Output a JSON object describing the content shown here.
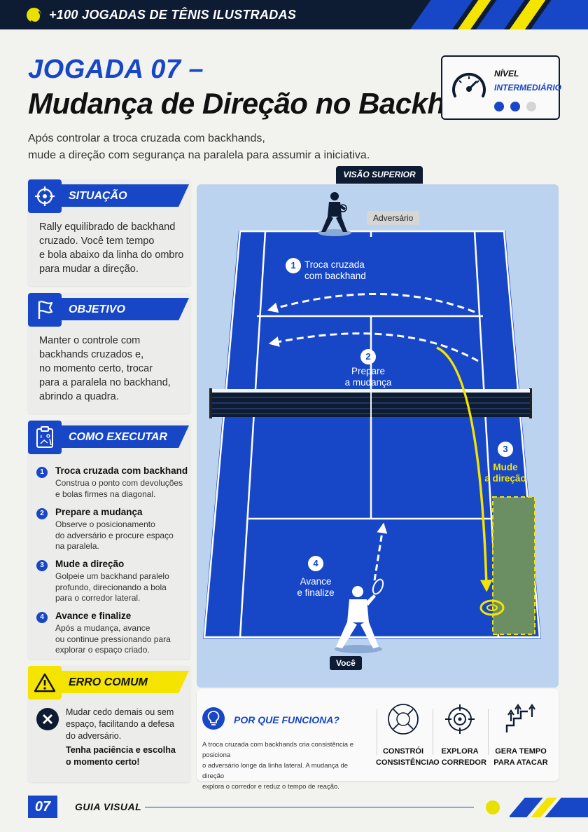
{
  "header": {
    "series_title": "+100 JOGADAS DE TÊNIS ILUSTRADAS"
  },
  "title": {
    "line1": "JOGADA 07 –",
    "line2": "Mudança de Direção no Backhand"
  },
  "subtitle": {
    "line1": "Após controlar a troca cruzada com backhands,",
    "line2": "mude a direção com segurança na paralela para assumir a iniciativa."
  },
  "level": {
    "label": "NÍVEL",
    "value": "INTERMEDIÁRIO",
    "filled": 2,
    "total": 3
  },
  "situacao": {
    "title": "SITUAÇÃO",
    "lines": [
      "Rally equilibrado de backhand",
      "cruzado. Você tem tempo",
      "e bola abaixo da linha do ombro",
      "para mudar a direção."
    ]
  },
  "objetivo": {
    "title": "OBJETIVO",
    "lines": [
      "Manter o controle com",
      "backhands cruzados e,",
      "no momento certo, trocar",
      "para a paralela no backhand,",
      "abrindo a quadra."
    ]
  },
  "como_executar": {
    "title": "COMO EXECUTAR",
    "steps": [
      {
        "num": "1",
        "title": "Troca cruzada com backhand",
        "lines": [
          "Construa o ponto com devoluções",
          "e bolas firmes na diagonal."
        ]
      },
      {
        "num": "2",
        "title": "Prepare a mudança",
        "lines": [
          "Observe o posicionamento",
          "do adversário e procure espaço",
          "na paralela."
        ]
      },
      {
        "num": "3",
        "title": "Mude a direção",
        "lines": [
          "Golpeie um backhand paralelo",
          "profundo, direcionando a bola",
          "para o corredor lateral."
        ]
      },
      {
        "num": "4",
        "title": "Avance e finalize",
        "lines": [
          "Após a mudança, avance",
          "ou continue pressionando para",
          "explorar o espaço criado."
        ]
      }
    ]
  },
  "erro_comum": {
    "title": "ERRO COMUM",
    "lines": [
      "Mudar cedo demais ou sem",
      "espaço, facilitando a defesa",
      "do adversário."
    ],
    "tip_lines": [
      "Tenha paciência e escolha",
      "o momento certo!"
    ]
  },
  "court": {
    "view_label": "VISÃO SUPERIOR",
    "opponent_label": "Adversário",
    "you_label": "Você",
    "steps": [
      {
        "num": "1",
        "lines": [
          "Troca cruzada",
          "com backhand"
        ]
      },
      {
        "num": "2",
        "lines": [
          "Prepare",
          "a mudança"
        ]
      },
      {
        "num": "3",
        "lines": [
          "Mude",
          "a direção"
        ]
      },
      {
        "num": "4",
        "lines": [
          "Avance",
          "e finalize"
        ]
      }
    ],
    "colors": {
      "court": "#1746c6",
      "surround": "#bcd3f0",
      "highlight": "#f5e400",
      "target_zone": "#6b8f62"
    }
  },
  "why": {
    "title": "POR QUE FUNCIONA?",
    "lines": [
      "A troca cruzada com backhands cria consistência e posiciona",
      "o adversário longe da linha lateral. A mudança de direção",
      "explora o corredor e reduz o tempo de reação."
    ],
    "benefits": [
      {
        "icon": "arrows-cross-icon",
        "lines": [
          "CONSTRÓI",
          "CONSISTÊNCIA"
        ]
      },
      {
        "icon": "target-icon",
        "lines": [
          "EXPLORA",
          "O CORREDOR"
        ]
      },
      {
        "icon": "stairs-up-icon",
        "lines": [
          "GERA TEMPO",
          "PARA ATACAR"
        ]
      }
    ]
  },
  "footer": {
    "page": "07",
    "label": "GUIA VISUAL"
  }
}
